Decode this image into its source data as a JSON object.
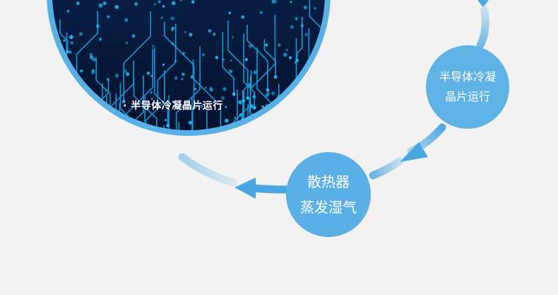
{
  "colors": {
    "background": "#f2f2f3",
    "ring": "#5ab0e4",
    "arrow": "#4aa6e0",
    "arrow_light": "#cfe7f6",
    "circuit_dark": "#061b40",
    "circuit_trace": "#1aa7e8"
  },
  "chip": {
    "label": "· 半导体冷凝晶片运行"
  },
  "steps": [
    {
      "line1": "半导体冷凝",
      "line2": "晶片运行"
    },
    {
      "line1": "散热器",
      "line2": "蒸发湿气"
    }
  ],
  "icons": [
    "circuit-board-image",
    "arrow-icon"
  ]
}
